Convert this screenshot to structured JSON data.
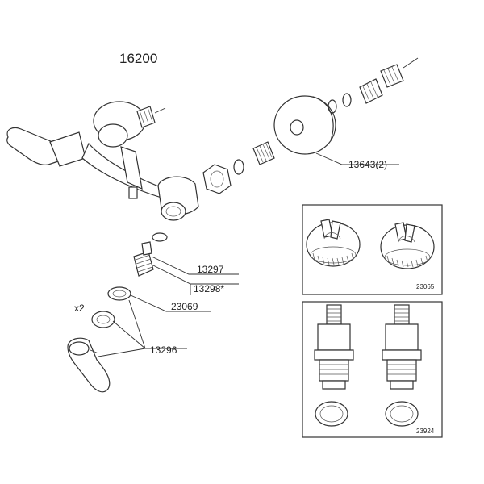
{
  "diagram": {
    "model_number": "16200",
    "callouts": {
      "wall_flange": "13643(2)",
      "cartridge_a": "13297",
      "cartridge_b": "13298*",
      "ring": "23069",
      "handle": "13296",
      "quantity": "x2"
    },
    "inset_top": {
      "part_number": "23065"
    },
    "inset_bottom": {
      "part_number": "23924"
    }
  }
}
